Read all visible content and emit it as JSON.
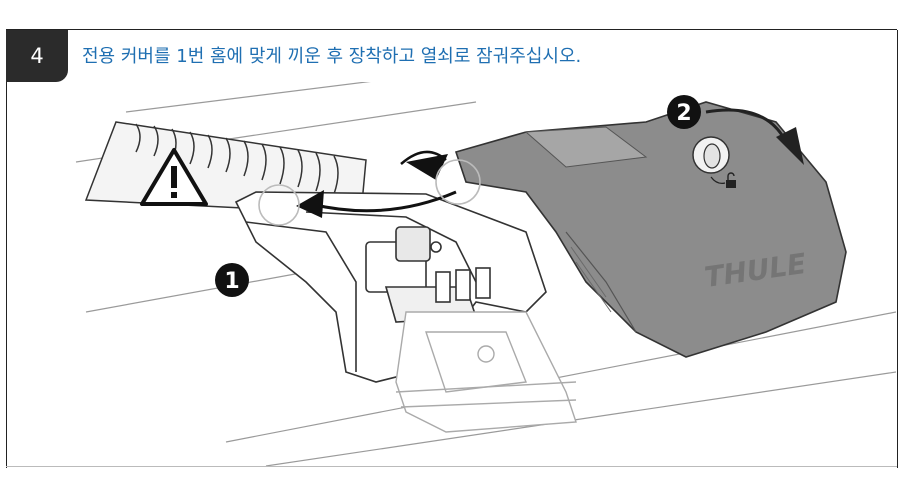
{
  "step": {
    "number": "4",
    "instruction": "전용 커버를 1번 홈에 맞게 끼운 후 장착하고 열쇠로 잠궈주십시오."
  },
  "illustration": {
    "callouts": [
      "1",
      "2"
    ],
    "brand_logo": "THULE",
    "icons": [
      "warning-triangle-icon",
      "key-icon",
      "lock-icon"
    ]
  }
}
